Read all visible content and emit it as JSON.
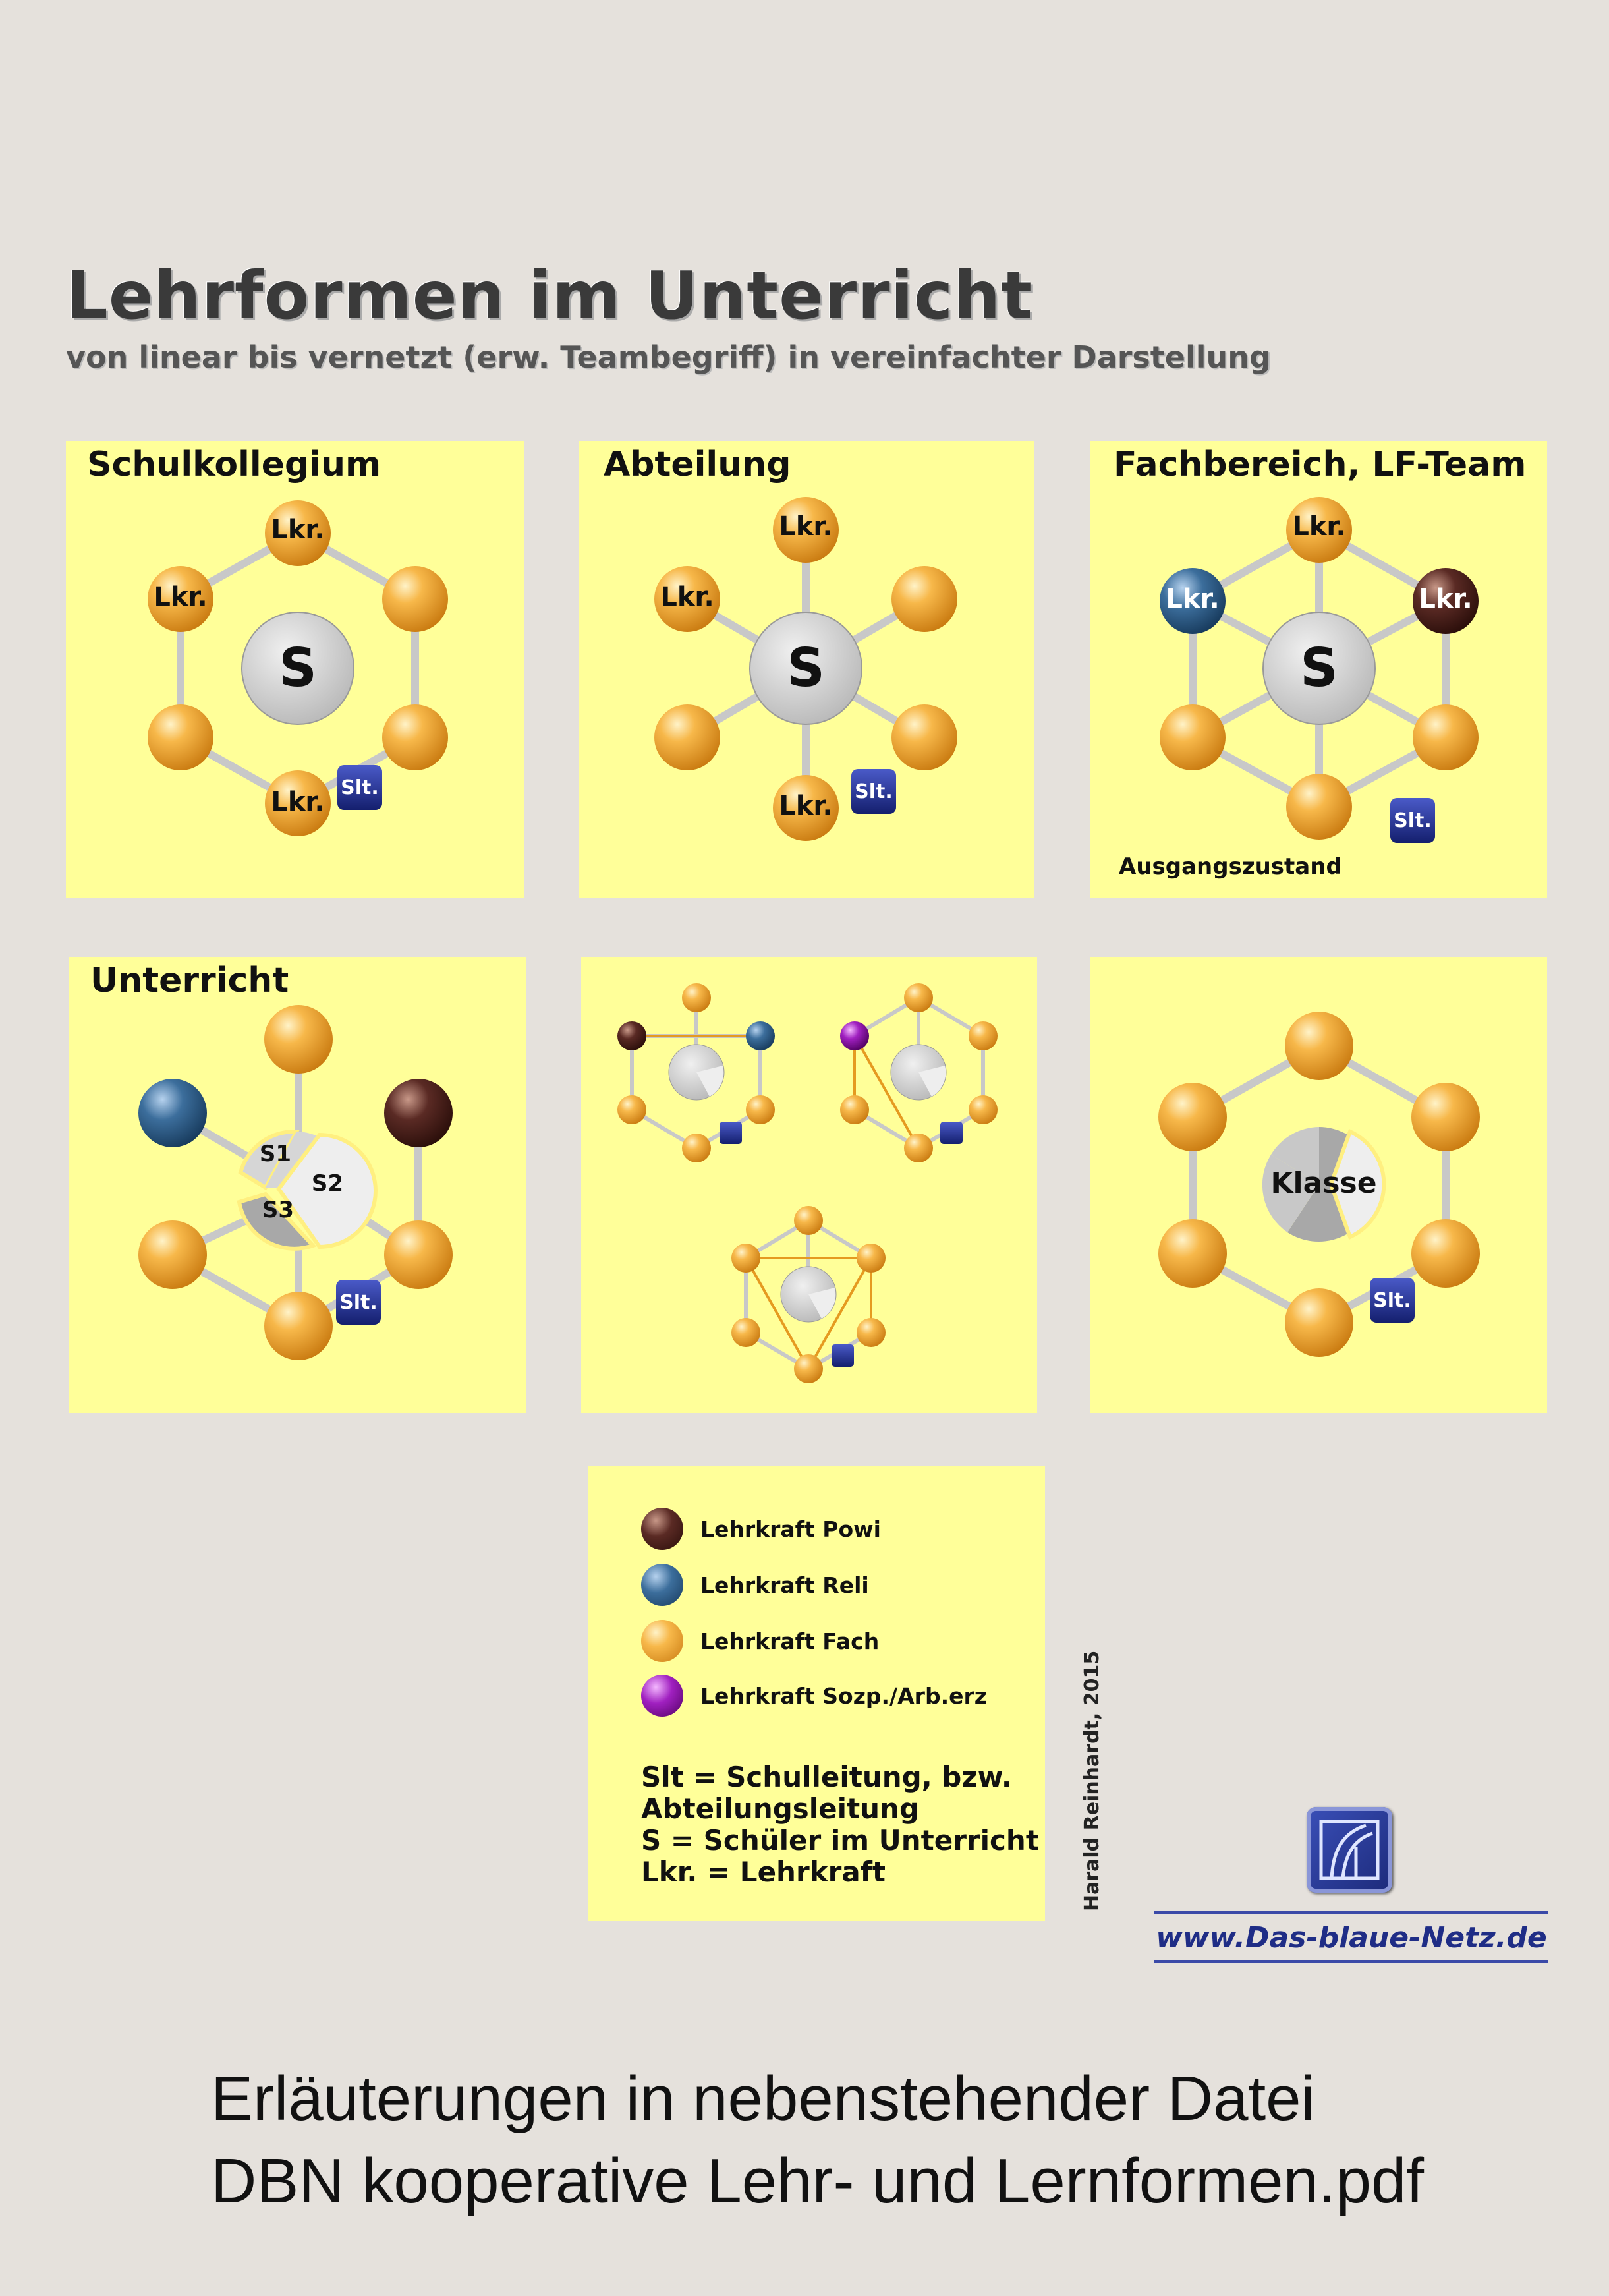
{
  "header": {
    "title": "Lehrformen im Unterricht",
    "subtitle": "von linear bis vernetzt (erw. Teambegriff) in vereinfachter Darstellung"
  },
  "colors": {
    "background": "#e5e1dc",
    "panel": "#ffff99",
    "fach": "#f0a830",
    "reli": "#3c6e9c",
    "powi": "#5a2a24",
    "sozp": "#a020c0",
    "student": "#cfcfcf",
    "slt": "#1c2a8c"
  },
  "panels": {
    "schulkollegium": {
      "title": "Schulkollegium"
    },
    "abteilung": {
      "title": "Abteilung"
    },
    "fachbereich": {
      "title": "Fachbereich, LF-Team",
      "note": "Ausgangszustand"
    },
    "unterricht": {
      "title": "Unterricht"
    }
  },
  "labels": {
    "lkr": "Lkr.",
    "s": "S",
    "slt": "Slt.",
    "s1": "S1",
    "s2": "S2",
    "s3": "S3",
    "klasse": "Klasse"
  },
  "legend": {
    "items": [
      {
        "label": "Lehrkraft Powi",
        "color": "#5a2a24"
      },
      {
        "label": "Lehrkraft Reli",
        "color": "#3c6e9c"
      },
      {
        "label": "Lehrkraft Fach",
        "color": "#f0a830"
      },
      {
        "label": "Lehrkraft Sozp./Arb.erz",
        "color": "#a020c0"
      }
    ],
    "abbreviations": [
      "Slt = Schulleitung, bzw.",
      "Abteilungsleitung",
      "S = Schüler im Unterricht",
      "Lkr. = Lehrkraft"
    ]
  },
  "author": "Harald Reinhardt, 2015",
  "url": "www.Das-blaue-Netz.de",
  "footer": {
    "line1": "Erläuterungen in nebenstehender Datei",
    "line2": "DBN kooperative Lehr- und Lernformen.pdf"
  }
}
